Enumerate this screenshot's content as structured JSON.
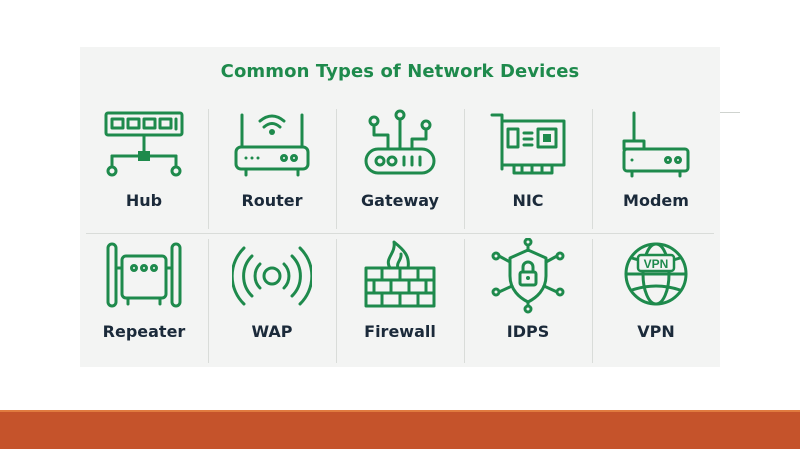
{
  "title": "Common Types of Network Devices",
  "colors": {
    "accent": "#1e8a4c",
    "label": "#1b2a3a",
    "band": "#c5532b",
    "panel": "#f3f4f3"
  },
  "devices": [
    {
      "label": "Hub",
      "icon": "hub-icon"
    },
    {
      "label": "Router",
      "icon": "router-icon"
    },
    {
      "label": "Gateway",
      "icon": "gateway-icon"
    },
    {
      "label": "NIC",
      "icon": "nic-icon"
    },
    {
      "label": "Modem",
      "icon": "modem-icon"
    },
    {
      "label": "Repeater",
      "icon": "repeater-icon"
    },
    {
      "label": "WAP",
      "icon": "wap-icon"
    },
    {
      "label": "Firewall",
      "icon": "firewall-icon"
    },
    {
      "label": "IDPS",
      "icon": "idps-icon"
    },
    {
      "label": "VPN",
      "icon": "vpn-icon",
      "icon_text": "VPN"
    }
  ]
}
